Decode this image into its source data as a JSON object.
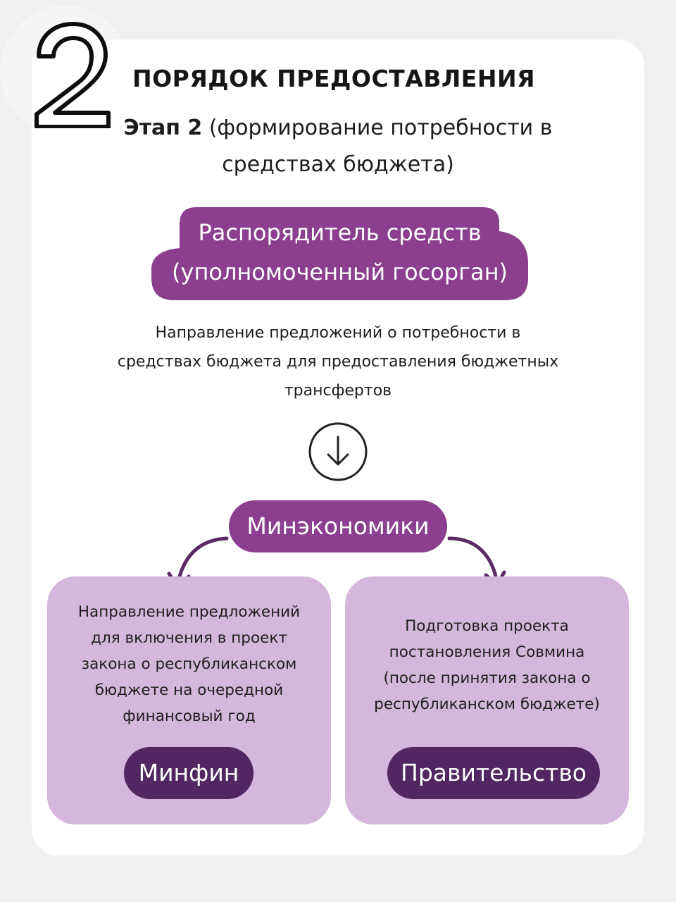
{
  "header": {
    "number": "2",
    "title": "ПОРЯДОК ПРЕДОСТАВЛЕНИЯ",
    "stage_label": "Этап 2",
    "stage_line1_rest": " (формирование потребности в",
    "stage_line2": "средствах бюджета)"
  },
  "top_node": {
    "line1": "Распорядитель средств",
    "line2": "(уполномоченный госорган)"
  },
  "description": {
    "line1": "Направление предложений о потребности в",
    "line2": "средствах бюджета для предоставления бюджетных",
    "line3": "трансфертов"
  },
  "arrow_icon": "arrow-down-circle-icon",
  "middle_node": {
    "label": "Минэкономики"
  },
  "left_box": {
    "lines": [
      "Направление предложений",
      "для включения в проект",
      "закона о республиканском",
      "бюджете на очередной",
      "финансовый год"
    ],
    "badge": "Минфин"
  },
  "right_box": {
    "lines": [
      "Подготовка проекта",
      "постановления Совмина",
      "(после принятия закона о",
      "республиканском бюджете)"
    ],
    "badge": "Правительство"
  },
  "colors": {
    "background": "#f1f0f1",
    "card": "#ffffff",
    "purple": "#8b3f8e",
    "dark_purple": "#522660",
    "light_purple": "#d5b6dc",
    "arrow": "#5b2a66"
  }
}
